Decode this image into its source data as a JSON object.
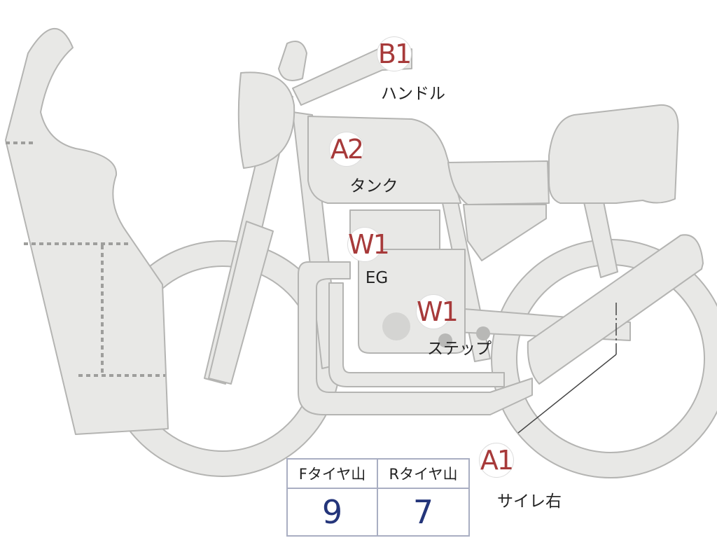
{
  "badges": [
    {
      "code": "B1",
      "label": "ハンドル"
    },
    {
      "code": "A2",
      "label": "タンク"
    },
    {
      "code": "W1",
      "label": "EG"
    },
    {
      "code": "W1",
      "label": "ステップ"
    },
    {
      "code": "A1",
      "label": "サイレ右"
    }
  ],
  "tire_table": {
    "headers": [
      "Fタイヤ山",
      "Rタイヤ山"
    ],
    "values": [
      "9",
      "7"
    ]
  },
  "colors": {
    "body_fill": "#e8e8e6",
    "outline": "#b4b4b2",
    "badge_text": "#a73a3a",
    "table_border": "#a9aec2",
    "table_value": "#24357a"
  }
}
